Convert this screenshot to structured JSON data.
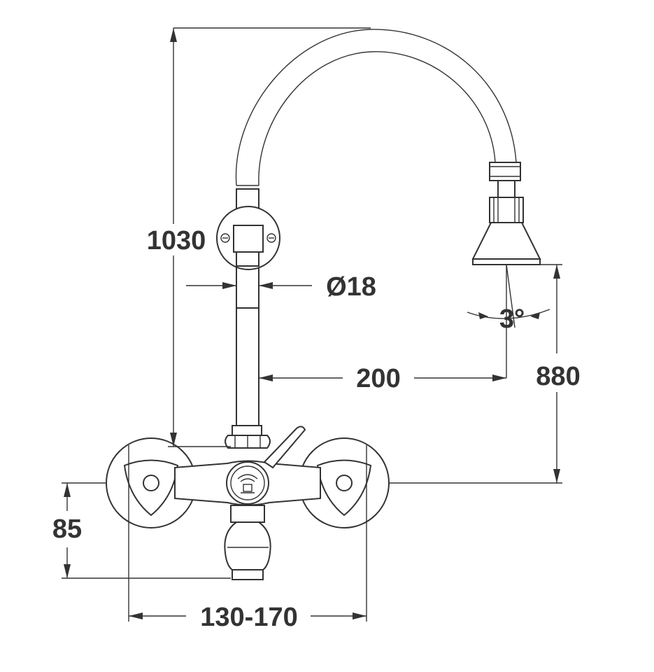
{
  "dimensions": {
    "total_height": "1030",
    "pipe_diameter": "Ø18",
    "spray_angle": "3°",
    "reach": "200",
    "outlet_height": "880",
    "inlet_height": "85",
    "inlet_spacing": "130-170"
  },
  "colors": {
    "line": "#333333",
    "background": "#ffffff"
  }
}
